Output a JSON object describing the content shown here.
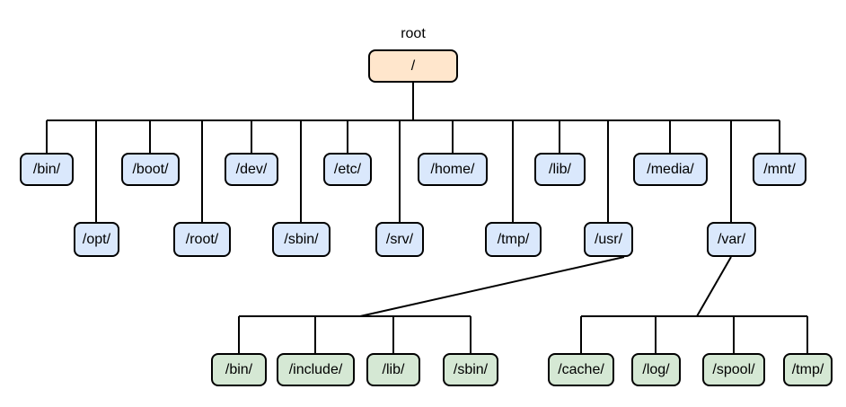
{
  "diagram": {
    "root_caption": "root",
    "colors": {
      "root_fill": "#ffe6cc",
      "level1_fill": "#dae8fc",
      "level2_fill": "#d5e8d4",
      "stroke": "#000000"
    },
    "nodes": {
      "root": "/",
      "row1": [
        "/bin/",
        "/boot/",
        "/dev/",
        "/etc/",
        "/home/",
        "/lib/",
        "/media/",
        "/mnt/"
      ],
      "row2": [
        "/opt/",
        "/root/",
        "/sbin/",
        "/srv/",
        "/tmp/",
        "/usr/",
        "/var/"
      ],
      "usr_children": [
        "/bin/",
        "/include/",
        "/lib/",
        "/sbin/"
      ],
      "var_children": [
        "/cache/",
        "/log/",
        "/spool/",
        "/tmp/"
      ]
    }
  }
}
